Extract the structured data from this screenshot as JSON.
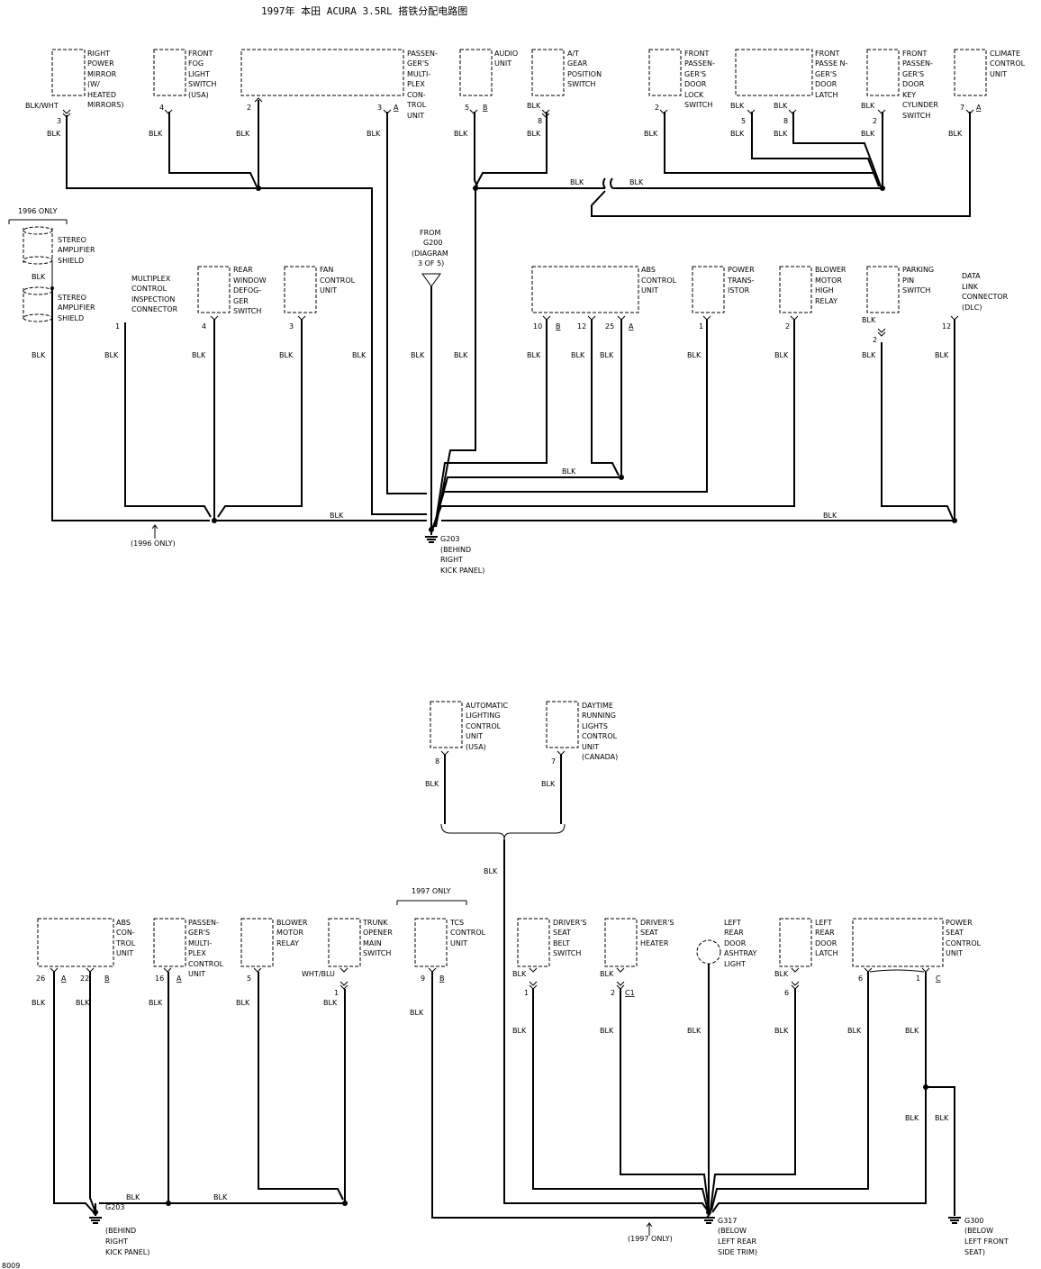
{
  "title": "1997年 本田 ACURA 3.5RL  搭铁分配电路图",
  "footer_code": "8009",
  "top": {
    "components": {
      "right_power_mirror": [
        "RIGHT",
        "POWER",
        "MIRROR",
        "(W/",
        "HEATED",
        "MIRRORS)"
      ],
      "front_fog_light_switch": [
        "FRONT",
        "FOG",
        "LIGHT",
        "SWITCH",
        "(USA)"
      ],
      "passengers_multiplex_control_unit": [
        "PASSEN-",
        "GER'S",
        "MULTI-",
        "PLEX",
        "CON-",
        "TROL",
        "UNIT"
      ],
      "audio_unit": [
        "AUDIO",
        "UNIT"
      ],
      "at_gear_position_switch": [
        "A/T",
        "GEAR",
        "POSITION",
        "SWITCH"
      ],
      "front_passengers_door_lock_switch": [
        "FRONT",
        "PASSEN-",
        "GER'S",
        "DOOR",
        "LOCK",
        "SWITCH"
      ],
      "front_passengers_door_latch": [
        "FRONT",
        "PASSE N-",
        "GER'S",
        "DOOR",
        "LATCH"
      ],
      "front_passengers_door_key_cylinder_switch": [
        "FRONT",
        "PASSEN-",
        "GER'S",
        "DOOR",
        "KEY",
        "CYLINDER",
        "SWITCH"
      ],
      "climate_control_unit": [
        "CLIMATE",
        "CONTROL",
        "UNIT"
      ],
      "stereo_amplifier_shield_1": [
        "STEREO",
        "AMPLIFIER",
        "SHIELD"
      ],
      "stereo_amplifier_shield_2": [
        "STEREO",
        "AMPLIFIER",
        "SHIELD"
      ],
      "multiplex_control_inspection_connector": [
        "MULTIPLEX",
        "CONTROL",
        "INSPECTION",
        "CONNECTOR"
      ],
      "rear_window_defogger_switch": [
        "REAR",
        "WINDOW",
        "DEFOG-",
        "GER",
        "SWITCH"
      ],
      "fan_control_unit": [
        "FAN",
        "CONTROL",
        "UNIT"
      ],
      "abs_control_unit": [
        "ABS",
        "CONTROL",
        "UNIT"
      ],
      "power_transistor": [
        "POWER",
        "TRANS-",
        "ISTOR"
      ],
      "blower_motor_high_relay": [
        "BLOWER",
        "MOTOR",
        "HIGH",
        "RELAY"
      ],
      "parking_pin_switch": [
        "PARKING",
        "PIN",
        "SWITCH"
      ],
      "data_link_connector": [
        "DATA",
        "LINK",
        "CONNECTOR",
        "(DLC)"
      ]
    },
    "notes": {
      "only_1996_top": "1996 ONLY",
      "only_1996_bottom": "(1996 ONLY)",
      "from_g200": [
        "FROM",
        "G200",
        "(DIAGRAM",
        "3 OF 5)"
      ],
      "ground_g203": [
        "G203",
        "(BEHIND",
        "RIGHT",
        "KICK PANEL)"
      ]
    }
  },
  "bottom": {
    "components": {
      "automatic_lighting_control_unit": [
        "AUTOMATIC",
        "LIGHTING",
        "CONTROL",
        "UNIT",
        "(USA)"
      ],
      "daytime_running_lights_control_unit": [
        "DAYTIME",
        "RUNNING",
        "LIGHTS",
        "CONTROL",
        "UNIT",
        "(CANADA)"
      ],
      "abs_control_unit": [
        "ABS",
        "CON-",
        "TROL",
        "UNIT"
      ],
      "passengers_multiplex_control_unit": [
        "PASSEN-",
        "GER'S",
        "MULTI-",
        "PLEX",
        "CONTROL",
        "UNIT"
      ],
      "blower_motor_relay": [
        "BLOWER",
        "MOTOR",
        "RELAY"
      ],
      "trunk_opener_main_switch": [
        "TRUNK",
        "OPENER",
        "MAIN",
        "SWITCH"
      ],
      "tcs_control_unit": [
        "TCS",
        "CONTROL",
        "UNIT"
      ],
      "drivers_seat_belt_switch": [
        "DRIVER'S",
        "SEAT",
        "BELT",
        "SWITCH"
      ],
      "drivers_seat_heater": [
        "DRIVER'S",
        "SEAT",
        "HEATER"
      ],
      "left_rear_door_ashtray_light": [
        "LEFT",
        "REAR",
        "DOOR",
        "ASHTRAY",
        "LIGHT"
      ],
      "left_rear_door_latch": [
        "LEFT",
        "REAR",
        "DOOR",
        "LATCH"
      ],
      "power_seat_control_unit": [
        "POWER",
        "SEAT",
        "CONTROL",
        "UNIT"
      ]
    },
    "notes": {
      "only_1997_top": "1997 ONLY",
      "only_1997_bottom": "(1997 ONLY)",
      "ground_g203": [
        "G203",
        "(BEHIND",
        "RIGHT",
        "KICK PANEL)"
      ],
      "ground_g317": [
        "G317",
        "(BELOW",
        "LEFT REAR",
        "SIDE TRIM)"
      ],
      "ground_g300": [
        "G300",
        "(BELOW",
        "LEFT FRONT",
        "SEAT)"
      ]
    }
  },
  "pins": {
    "t_mirror": "3",
    "t_fog": "4",
    "t_pmcu2": "2",
    "t_pmcu3": "3",
    "t_pmcuA": "A",
    "t_audio5": "5",
    "t_audioB": "B",
    "t_gear8": "8",
    "t_dls2": "2",
    "t_latch5": "5",
    "t_latch8": "8",
    "t_key2": "2",
    "t_climate7": "7",
    "t_climateA": "A",
    "t_mci1": "1",
    "t_defog4": "4",
    "t_fan3": "3",
    "t_abs10": "10",
    "t_absB": "B",
    "t_abs12": "12",
    "t_abs25": "25",
    "t_absA": "A",
    "t_ptr1": "1",
    "t_blower2": "2",
    "t_pps2": "2",
    "t_dlc12": "12",
    "b_alcu8": "8",
    "b_drl7": "7",
    "b_abs26": "26",
    "b_absA": "A",
    "b_abs22": "22",
    "b_absB": "B",
    "b_pmcu16": "16",
    "b_pmcuA": "A",
    "b_bmr5": "5",
    "b_trunk1": "1",
    "b_tcs9": "9",
    "b_tcsB": "B",
    "b_dsb1": "1",
    "b_dsh2": "2",
    "b_dshC1": "C1",
    "b_lrdl6": "6",
    "b_ps6": "6",
    "b_ps1": "1",
    "b_psC": "C"
  },
  "wires": {
    "blk": "BLK",
    "blk_wht": "BLK/WHT",
    "blk_c": "BLK",
    "wht_blu": "WHT/BLU"
  }
}
